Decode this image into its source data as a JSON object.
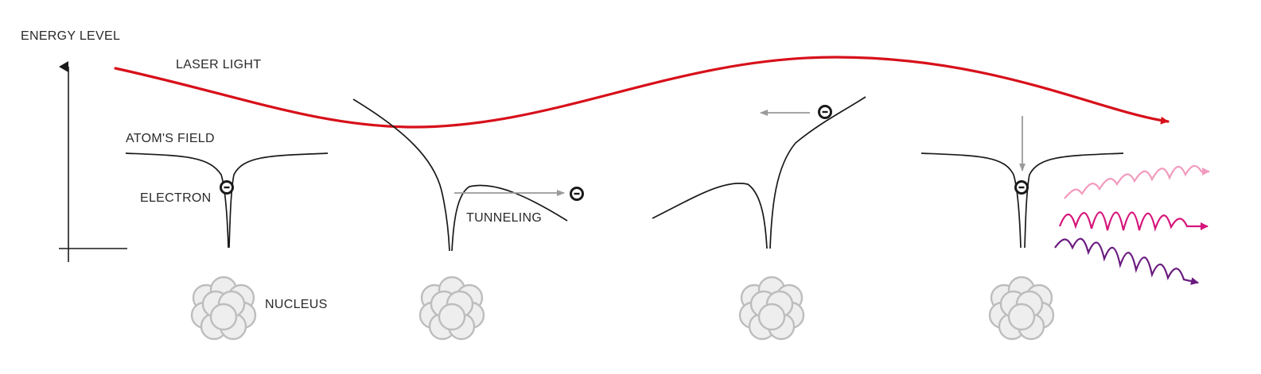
{
  "labels": {
    "energy_level": "ENERGY LEVEL",
    "laser_light": "LASER LIGHT",
    "atoms_field": "ATOM'S FIELD",
    "electron": "ELECTRON",
    "tunneling": "TUNNELING",
    "nucleus": "NUCLEUS"
  },
  "colors": {
    "laser": "#d7101a",
    "curve": "#1a1a1a",
    "arrow_gray": "#9a9a9a",
    "nucleon_stroke": "#bdbdbd",
    "nucleon_fill": "#eeeeee",
    "wave_light_pink": "#f29bbf",
    "wave_magenta": "#d6157a",
    "wave_purple": "#6a1b7f"
  },
  "icons": {
    "electron": "minus-in-circle-icon",
    "nucleus": "nucleon-cluster-icon"
  }
}
